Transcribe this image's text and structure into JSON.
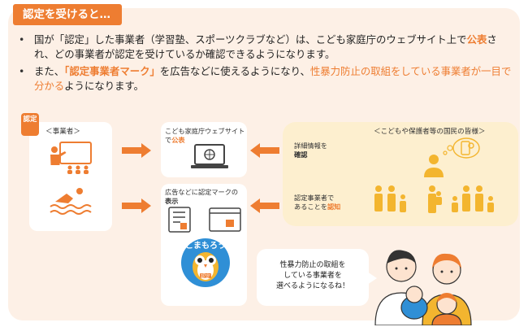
{
  "tag": "認定を受けると…",
  "bullet1": {
    "a": "国が「認定」した事業者（学習塾、スポーツクラブなど）は、こども家庭庁のウェブサイト上で",
    "b": "公表",
    "c": "され、どの事業者が認定を受けているか確認できるようになります。"
  },
  "bullet2": {
    "a": "また、",
    "b": "「認定事業者マーク」",
    "c": "を広告などに使えるようになり、",
    "d": "性暴力防止の取組をしている事業者が一目で分かる",
    "e": "ようになります。"
  },
  "diagram": {
    "auth_label": "認定",
    "business_label": "＜事業者＞",
    "web_label": "こども家庭庁ウェブサイト",
    "web_suffix": "で",
    "web_highlight": "公表",
    "mark_label": "広告などに認定マークの",
    "mark_highlight": "表示",
    "public_label": "＜こどもや保護者等の国民の皆様＞",
    "detail_label": "詳細情報を",
    "detail_highlight": "確認",
    "know_label": "認定事業者で",
    "know_label2": "あることを",
    "know_highlight": "認知",
    "mascot_text": "こまもろう",
    "mascot_badge": "認定",
    "bubble": [
      "性暴力防止の取組を",
      "している事業者を",
      "選べるようになるね！"
    ]
  },
  "colors": {
    "accent": "#ee7d31",
    "panel": "#fdf0e6",
    "public_bg": "#fdefcf",
    "person": "#f3b52f",
    "blue": "#2f8fd6"
  }
}
